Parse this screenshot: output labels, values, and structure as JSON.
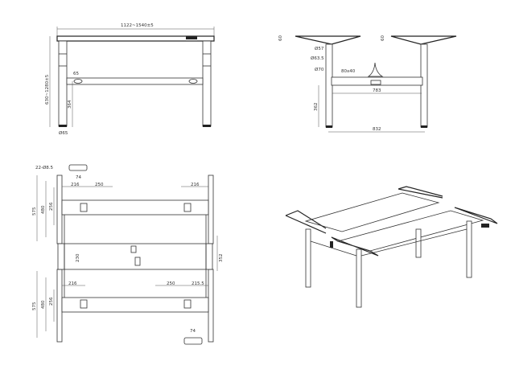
{
  "front_view": {
    "width_dim": "1122~1540±5",
    "height_dim": "630~1280±5",
    "beam_offset": "65",
    "beam_height": "364",
    "foot_dim": "Ø65"
  },
  "side_view": {
    "top_angle_left": "60",
    "top_angle_right": "60",
    "tube_1": "Ø57",
    "tube_2": "Ø63.5",
    "tube_3": "Ø70",
    "beam_section": "80x40",
    "beam_length": "783",
    "beam_height": "362",
    "foot_span": "832"
  },
  "top_view": {
    "holes": "22-Ø8.5",
    "bracket_top": "74",
    "top_left_1": "216",
    "top_left_2": "250",
    "top_right": "216",
    "left_upper_outer": "575",
    "left_upper_mid": "480",
    "left_upper_inner": "256",
    "center_beam": "230",
    "right_center": "352",
    "bottom_left": "216",
    "bottom_right_1": "250",
    "bottom_right_2": "215.5",
    "left_lower_outer": "575",
    "left_lower_mid": "480",
    "left_lower_inner": "256",
    "bracket_bottom": "74"
  }
}
